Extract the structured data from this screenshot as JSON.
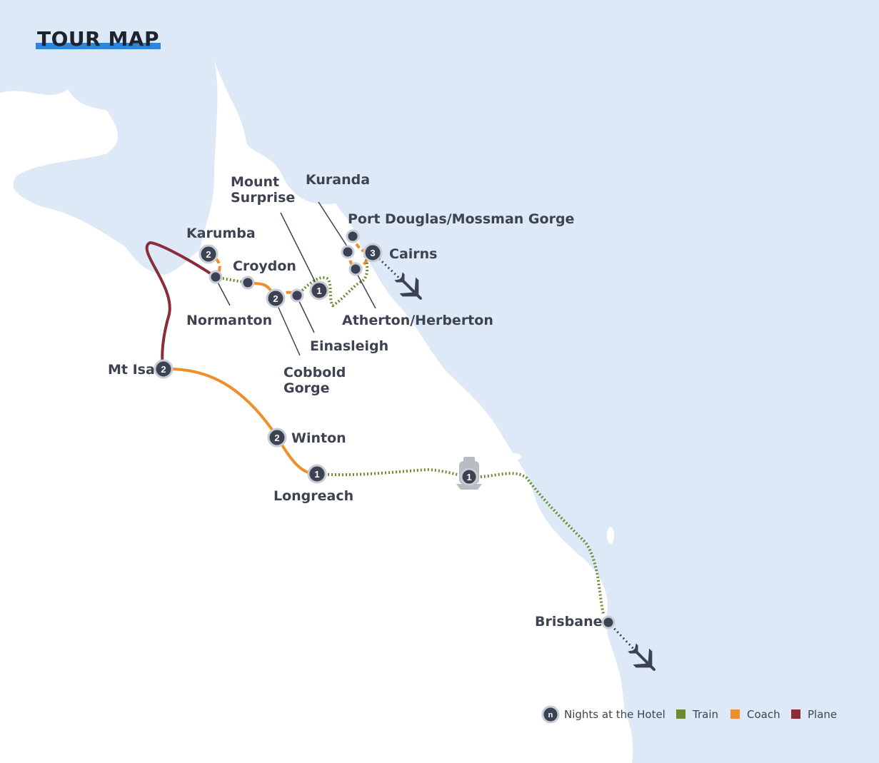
{
  "title": "TOUR MAP",
  "colors": {
    "sea": "#dde9f6",
    "land": "#ffffff",
    "marker": "#3b4254",
    "train": "#6b8a32",
    "coach": "#ee8f2b",
    "plane": "#8a2d3a",
    "title_underline": "#2f86d8"
  },
  "places": {
    "mount_surprise": "Mount Surprise",
    "kuranda": "Kuranda",
    "port_douglas": "Port Douglas/Mossman Gorge",
    "karumba": "Karumba",
    "croydon": "Croydon",
    "cairns": "Cairns",
    "normanton": "Normanton",
    "atherton": "Atherton/Herberton",
    "einasleigh": "Einasleigh",
    "mt_isa": "Mt Isa",
    "cobbold_gorge": "Cobbold Gorge",
    "winton": "Winton",
    "longreach": "Longreach",
    "brisbane": "Brisbane"
  },
  "nights": {
    "karumba": "2",
    "cobbold_gorge": "2",
    "mount_surprise": "1",
    "cairns": "3",
    "mt_isa": "2",
    "winton": "2",
    "longreach": "1",
    "train": "1"
  },
  "icons": {
    "plane_cairns": "plane-icon",
    "plane_brisbane": "plane-icon",
    "train": "train-icon"
  },
  "legend": {
    "nights_symbol": "n",
    "nights": "Nights at the Hotel",
    "train": "Train",
    "coach": "Coach",
    "plane": "Plane"
  }
}
